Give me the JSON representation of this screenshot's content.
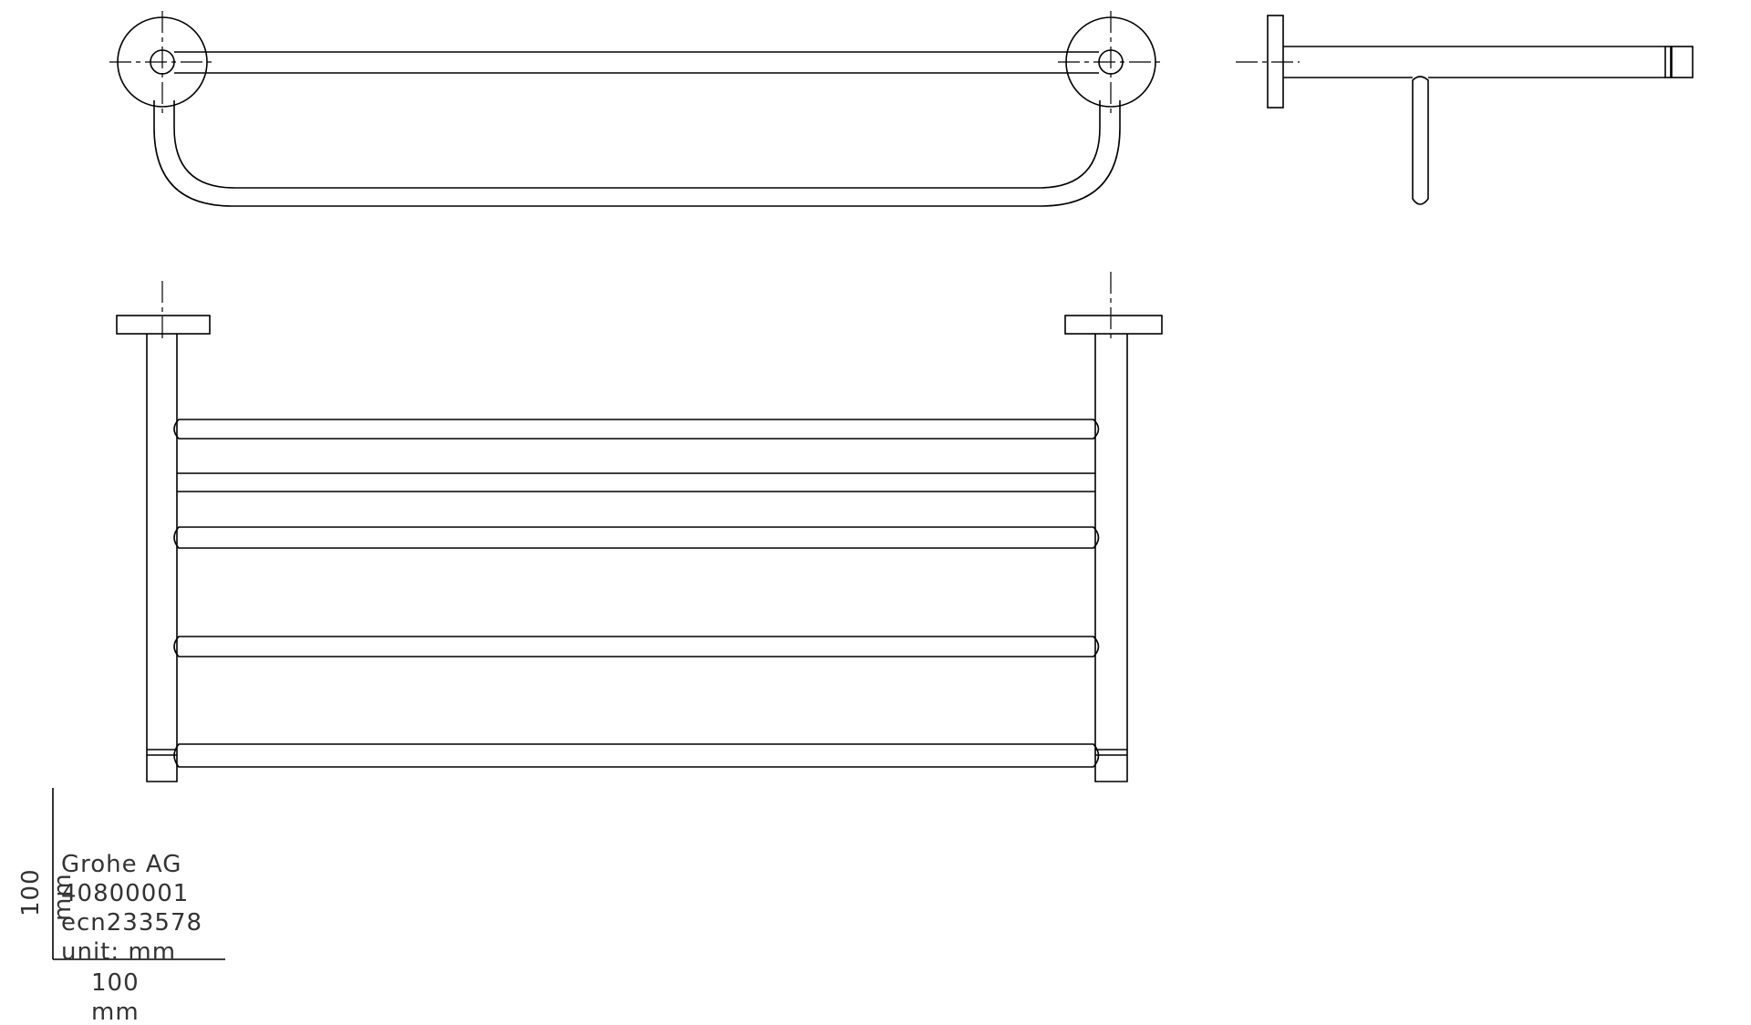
{
  "title_block": {
    "company": "Grohe AG",
    "part_number": "40800001",
    "ecn": "ecn233578",
    "unit": "unit:  mm"
  },
  "scale_bar": {
    "vertical_value": "100",
    "vertical_unit": "mm",
    "horizontal_value": "100",
    "horizontal_unit": "mm"
  },
  "colors": {
    "line": "#000000",
    "text": "#333333",
    "background": "#ffffff"
  }
}
